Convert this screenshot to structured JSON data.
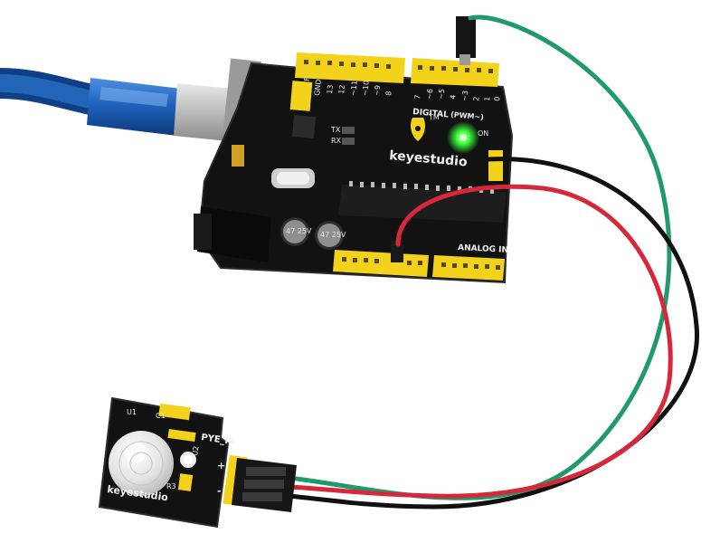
{
  "scene": {
    "board": {
      "brand": "keyestudio",
      "header_digital": "DIGITAL",
      "header_pwm": "(PWM~)",
      "header_analog": "ANALOG IN",
      "led_label": "ON",
      "aref_label": "AREF",
      "gnd_label": "GND",
      "tx_label": "TX",
      "rx_label": "RX",
      "tm_label": "TM",
      "pin_labels": [
        "13",
        "12",
        "~11",
        "~10",
        "~9",
        "8",
        "7",
        "~6",
        "~5",
        "4",
        "~3",
        "2",
        "1",
        "0"
      ],
      "cap_label": "47\n25V"
    },
    "sensor": {
      "brand": "keyestudio",
      "label": "PYE_IR",
      "u1": "U1",
      "u2": "U2",
      "c1": "C1",
      "r3": "R3",
      "plus": "+",
      "minus": "-"
    },
    "colors": {
      "pcb": "#121212",
      "header_yellow": "#f2d21a",
      "usb_blue": "#1d5fb8",
      "wire_green": "#1f9a6a",
      "wire_red": "#d6283a",
      "wire_black": "#111111",
      "power_led": "#39ff3a"
    }
  }
}
